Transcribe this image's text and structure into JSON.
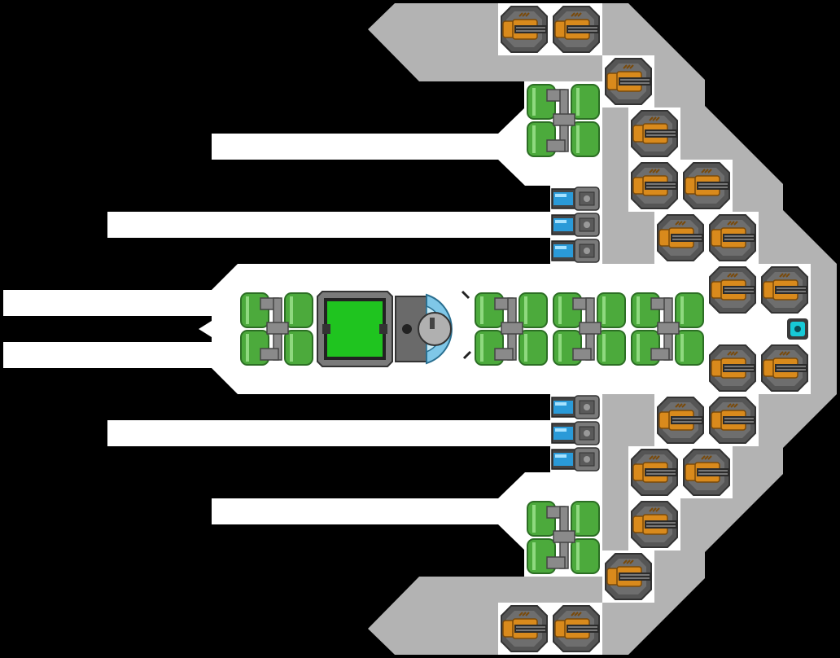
{
  "colors": {
    "background": "#000000",
    "hull": "#b3b3b3",
    "interior": "#ffffff",
    "tank_green": "#4caa3c",
    "tank_green_dark": "#2c6e24",
    "pipe_gray": "#8a8a8a",
    "metal_dark": "#555555",
    "gun_orange": "#d98a1c",
    "gun_dark": "#2b2b2b",
    "screen_green": "#1fc41f",
    "thruster_blue": "#2a9ad8",
    "core_cyan": "#17c9d6"
  },
  "blocks": {
    "turret": "gun-turret",
    "tank": "fuel-tank",
    "thruster": "small-thruster",
    "cockpit": "cockpit",
    "reactor": "reactor-dome",
    "core": "energy-core"
  }
}
